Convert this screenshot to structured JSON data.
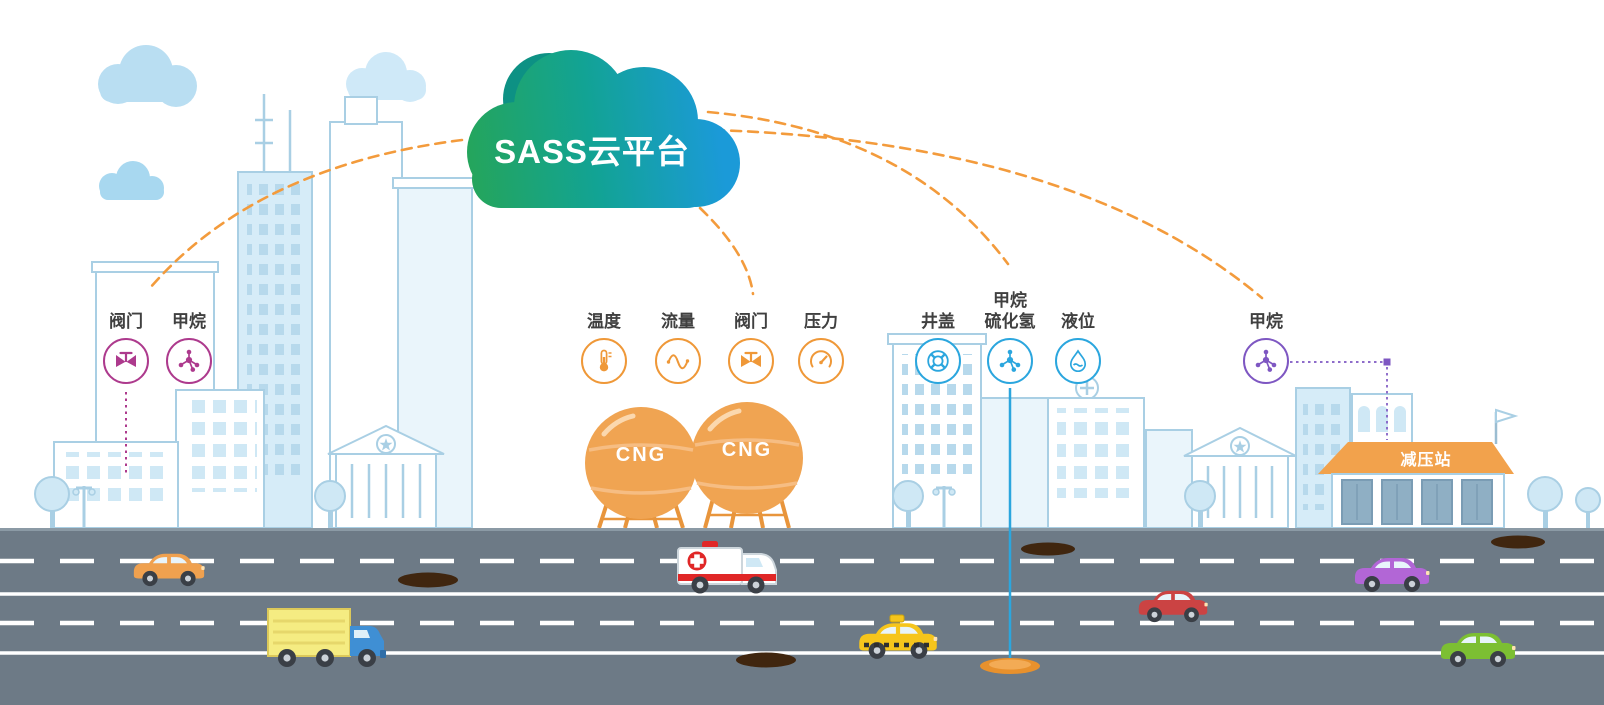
{
  "cloud": {
    "label": "SASS云平台"
  },
  "groups": {
    "building": {
      "accent": "#ad3a8d",
      "sensors": [
        {
          "label": "阀门",
          "icon": "valve-icon"
        },
        {
          "label": "甲烷",
          "icon": "methane-icon"
        }
      ]
    },
    "cng": {
      "accent": "#ef9838",
      "sensors": [
        {
          "label": "温度",
          "icon": "temperature-icon"
        },
        {
          "label": "流量",
          "icon": "flow-icon"
        },
        {
          "label": "阀门",
          "icon": "valve-icon"
        },
        {
          "label": "压力",
          "icon": "pressure-icon"
        }
      ]
    },
    "manhole": {
      "accent": "#2ba6de",
      "sensors": [
        {
          "label": "井盖",
          "icon": "manhole-cover-icon"
        },
        {
          "label_line1": "甲烷",
          "label_line2": "硫化氢",
          "icon": "methane-h2s-icon"
        },
        {
          "label": "液位",
          "icon": "liquid-level-icon"
        }
      ]
    },
    "reduction_station": {
      "accent": "#7e57c2",
      "sensors": [
        {
          "label": "甲烷",
          "icon": "methane-icon"
        }
      ]
    }
  },
  "tanks": {
    "tank1": "CNG",
    "tank2": "CNG"
  },
  "station": {
    "label": "减压站"
  },
  "colors": {
    "cloud_gradient_left": "#25a55a",
    "cloud_gradient_right": "#1b9ad8",
    "dashed_link": "#f39b3c",
    "road": "#6d7a86",
    "tank": "#f0a452",
    "skyline": "#a9cfe4"
  }
}
